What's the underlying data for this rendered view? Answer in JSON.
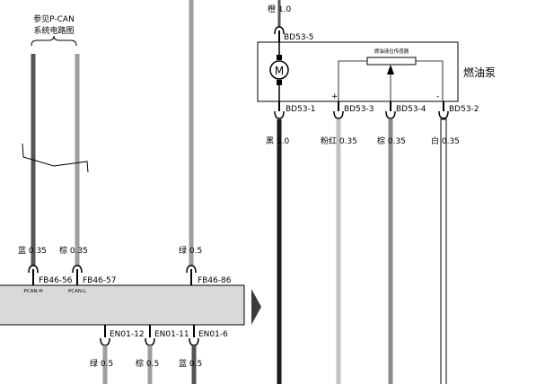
{
  "colors": {
    "wire_black": "#1a1a1a",
    "wire_dark": "#555555",
    "wire_gray": "#9e9e9e",
    "wire_pink": "#c2c2c2",
    "wire_brown": "#8a8a8a",
    "wire_white": "#ffffff",
    "module_fill": "#d9d9d9",
    "arrow_fill": "#3a3a3a"
  },
  "note": {
    "line1": "参见P-CAN",
    "line2": "系统电路图"
  },
  "pump": {
    "top_wire_label": "橙 1.0",
    "top_connector": "BD53-5",
    "motor_symbol": "M",
    "sensor_label": "燃油液位传感器",
    "name": "燃油泵",
    "plus_sign": "+",
    "minus_sign": "-",
    "pins": [
      "BD53-1",
      "BD53-3",
      "BD53-4",
      "BD53-2"
    ],
    "wire_labels": [
      "黑 1.0",
      "粉红 0.35",
      "棕 0.35",
      "白 0.35"
    ]
  },
  "module": {
    "upper_wire_labels": [
      "蓝 0.35",
      "棕 0.35",
      "绿 0.5"
    ],
    "upper_pins": [
      "FB46-56",
      "FB46-57",
      "FB46-86"
    ],
    "pin_signals": [
      "PCAN-H",
      "PCAN-L"
    ],
    "lower_pins": [
      "EN01-12",
      "EN01-11",
      "EN01-6"
    ],
    "lower_wire_labels": [
      "绿 0.5",
      "棕 0.5",
      "蓝 0.5"
    ]
  }
}
